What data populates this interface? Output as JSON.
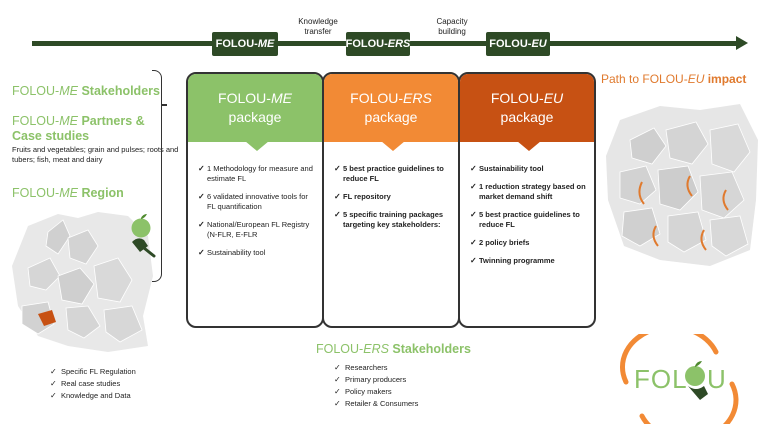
{
  "timeline": {
    "stage_me_prefix": "FOLOU-",
    "stage_me_suffix": "ME",
    "stage_ers_prefix": "FOLOU-",
    "stage_ers_suffix": "ERS",
    "stage_eu_prefix": "FOLOU-",
    "stage_eu_suffix": "EU",
    "step1_line1": "Knowledge",
    "step1_line2": "transfer",
    "step2_line1": "Capacity",
    "step2_line2": "building"
  },
  "left": {
    "stakeholders_prefix": "FOLOU-",
    "stakeholders_em": "ME",
    "stakeholders_suffix": " Stakeholders",
    "partners_prefix": "FOLOU-",
    "partners_em": "ME",
    "partners_suffix": " Partners &",
    "partners_line2": "Case studies",
    "case_text": "Fruits and vegetables; grain and pulses; roots and tubers; fish, meat and dairy",
    "region_prefix": "FOLOU-",
    "region_em": "ME",
    "region_suffix": " Region",
    "bottom_list": [
      "Specific FL Regulation",
      "Real case studies",
      "Knowledge and Data"
    ]
  },
  "packages": [
    {
      "title_prefix": "FOLOU-",
      "title_em": "ME",
      "subtitle": "package",
      "color": "#8cc269",
      "items": [
        "1 Methodology for measure and estimate FL",
        "6 validated innovative tools for FL quantification",
        "National/European FL Registry (N-FLR, E-FLR",
        "Sustainability tool"
      ]
    },
    {
      "title_prefix": "FOLOU-",
      "title_em": "ERS",
      "subtitle": "package",
      "color": "#f28a35",
      "items": [
        "5 best practice guidelines to reduce FL",
        "FL repository",
        "5 specific training packages targeting key stakeholders:"
      ]
    },
    {
      "title_prefix": "FOLOU-",
      "title_em": "EU",
      "subtitle": "package",
      "color": "#c75113",
      "items": [
        "Sustainability tool",
        "1 reduction strategy based on market demand shift",
        "5 best practice guidelines to reduce FL",
        "2 policy briefs",
        "Twinning programme"
      ]
    }
  ],
  "ers_stakeholders": {
    "prefix": "FOLOU-",
    "em": "ERS",
    "suffix": " Stakeholders",
    "list": [
      "Researchers",
      "Primary producers",
      "Policy makers",
      "Retailer & Consumers"
    ]
  },
  "impact": {
    "prefix": "Path to FOLOU-",
    "em": "EU",
    "suffix": " impact"
  },
  "logo": {
    "text_left": "FOL",
    "text_right": "U"
  },
  "colors": {
    "dark_green": "#2e4a26",
    "light_green": "#8cc269",
    "orange": "#f28a35",
    "dark_orange": "#c75113"
  }
}
